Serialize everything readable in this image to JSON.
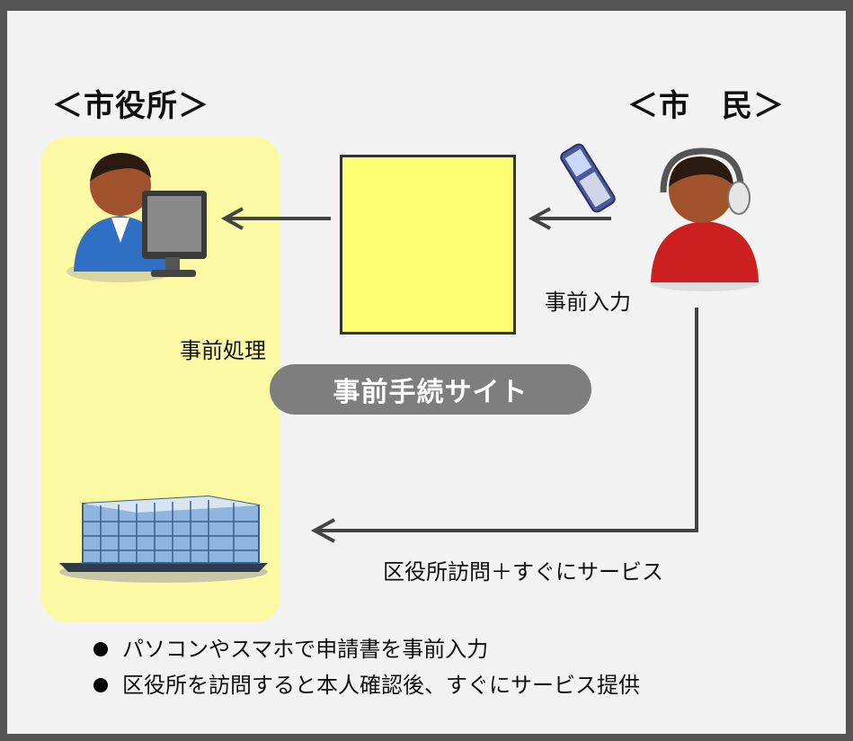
{
  "headings": {
    "city_hall": "＜市役所＞",
    "citizen": "＜市　民＞"
  },
  "labels": {
    "pre_processing": "事前処理",
    "pre_input": "事前入力",
    "visit_service": "区役所訪問＋すぐにサービス"
  },
  "site_label": "事前手続サイト",
  "bullets": [
    "パソコンやスマホで申請書を事前入力",
    "区役所を訪問すると本人確認後、すぐにサービス提供"
  ],
  "icons": {
    "staff": "office-worker-computer-icon",
    "phone": "mobile-phone-icon",
    "citizen": "person-headset-icon",
    "building": "office-building-icon"
  },
  "colors": {
    "frame": "#555555",
    "background": "#f3f3f3",
    "highlight": "#fbf9a4",
    "document": "#ffff73",
    "pill": "#7e7e7e",
    "arrow": "#444444"
  }
}
